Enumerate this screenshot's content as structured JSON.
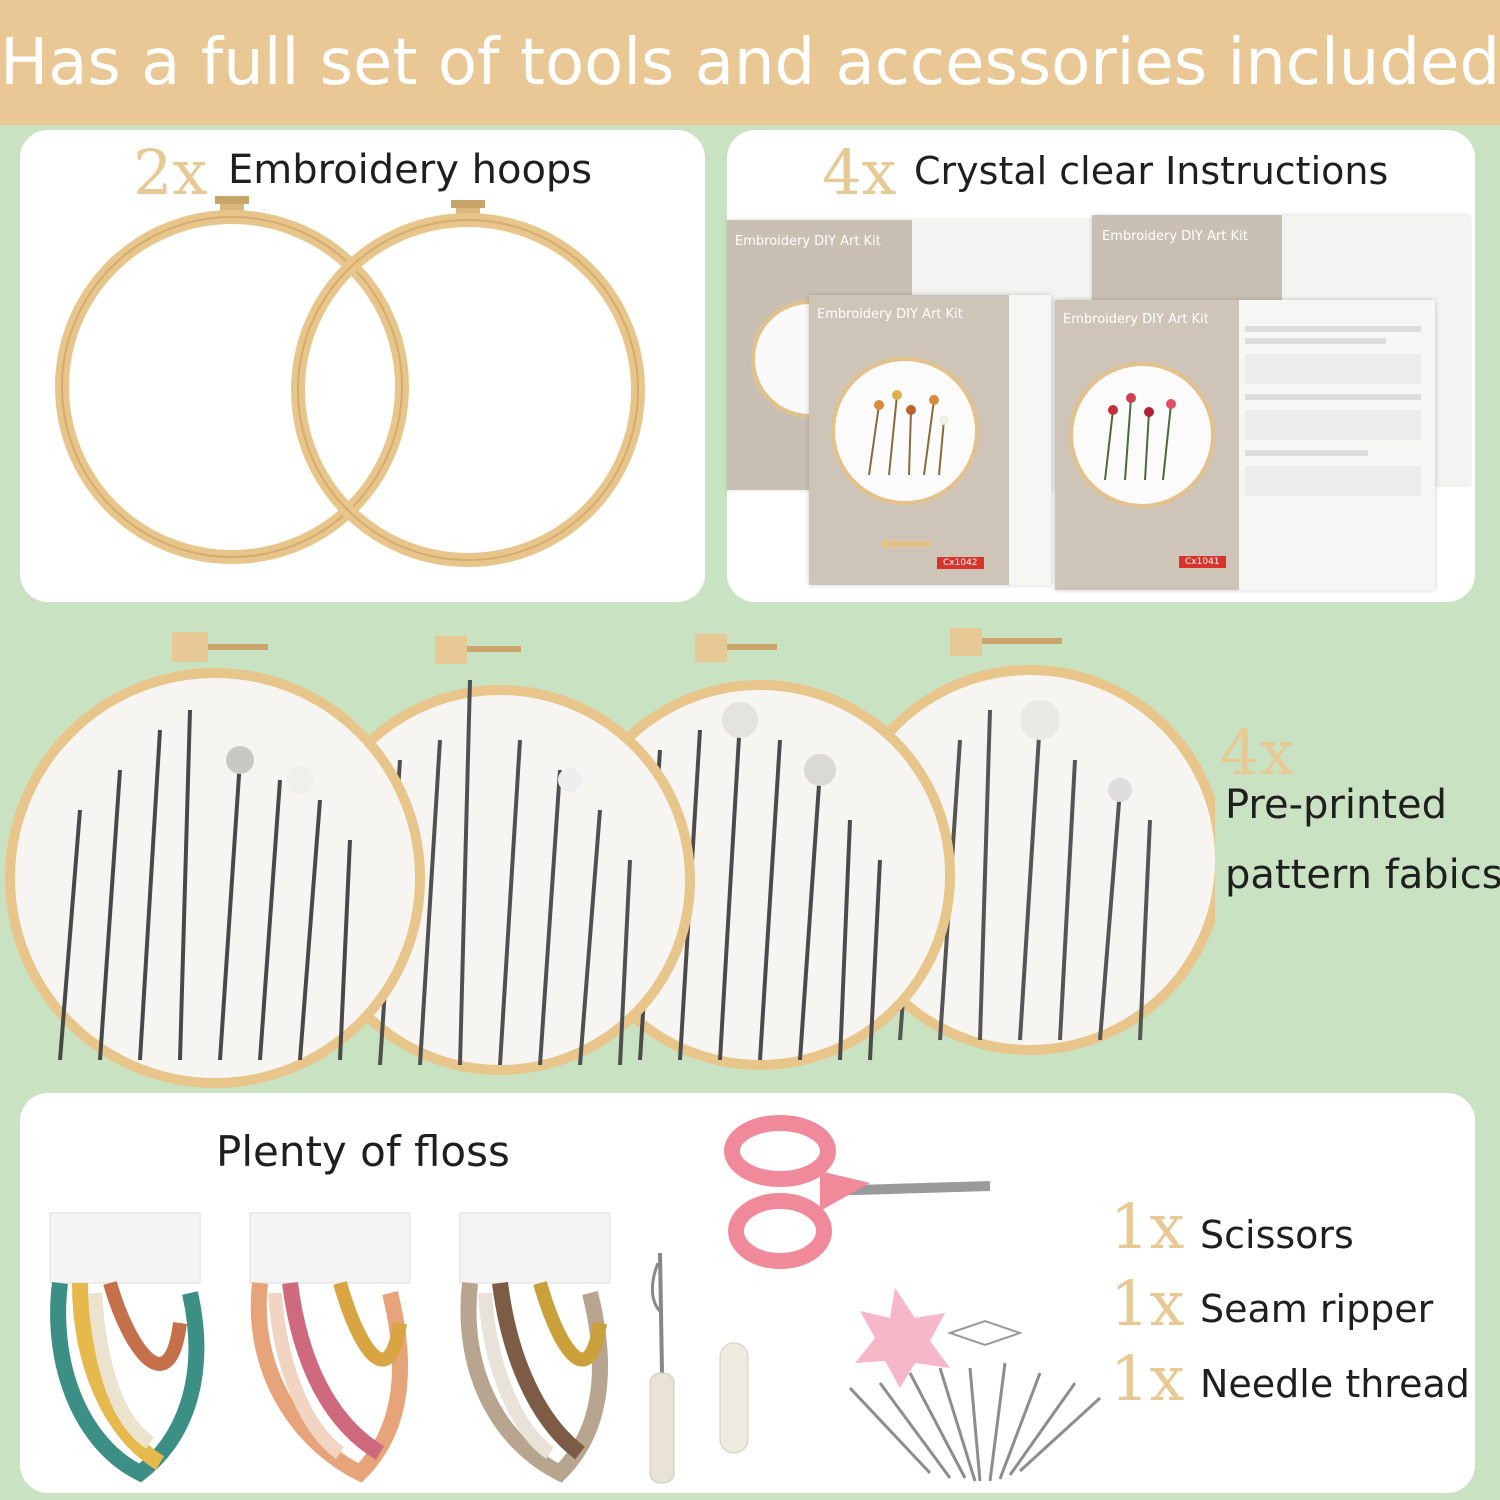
{
  "banner": {
    "title": "Has a full set of tools and accessories included"
  },
  "hoops": {
    "qty": "2x",
    "label": "Embroidery hoops"
  },
  "instructions": {
    "qty": "4x",
    "label": "Crystal clear Instructions",
    "sheet_title": "Embroidery DIY Art Kit",
    "codes": [
      "Cx1042",
      "Cx1041"
    ]
  },
  "fabrics": {
    "qty": "4x",
    "label_line1": "Pre-printed",
    "label_line2": "pattern fabics"
  },
  "floss": {
    "label": "Plenty of floss"
  },
  "tools": {
    "scissors": {
      "qty": "1x",
      "label": "Scissors"
    },
    "seam_ripper": {
      "qty": "1x",
      "label": "Seam ripper"
    },
    "needle_thread": {
      "qty": "1x",
      "label": "Needle thread"
    }
  },
  "colors": {
    "banner": "#e9c896",
    "background": "#c9e3c2",
    "qty_accent": "#e7c994",
    "hoop_wood": "#e8c58a",
    "scissors_pink": "#f08a9a"
  }
}
